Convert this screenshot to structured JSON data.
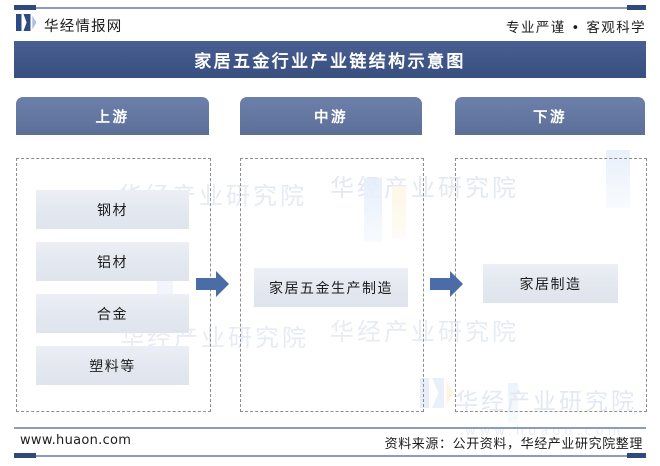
{
  "header": {
    "logo_icon": "huaon-bookmark-logo-icon",
    "brand": "华经情报网",
    "tagline": "专业严谨 • 客观科学"
  },
  "title": {
    "text": "家居五金行业产业链结构示意图"
  },
  "chain": {
    "stages": [
      {
        "id": "upstream",
        "banner": "上游",
        "items": [
          "钢材",
          "铝材",
          "合金",
          "塑料等"
        ]
      },
      {
        "id": "midstream",
        "banner": "中游",
        "items": [
          "家居五金生产制造"
        ]
      },
      {
        "id": "downstream",
        "banner": "下游",
        "items": [
          "家居制造"
        ]
      }
    ],
    "connectors": [
      {
        "id": "arrow-upstream-to-midstream",
        "icon": "right-arrow-icon"
      },
      {
        "id": "arrow-midstream-to-downstream",
        "icon": "right-arrow-icon"
      }
    ]
  },
  "watermark": {
    "institute": "华经产业研究院",
    "site": "www.huaon.com"
  },
  "footer": {
    "site": "www.huaon.com",
    "source": "资料来源：公开资料，华经产业研究院整理"
  },
  "colors": {
    "title_band": "#3f5587",
    "banner": "#62769f",
    "arrow": "#4a6da8",
    "chip": "#e4e8f0",
    "rule": "#8a9dbd",
    "rule_cap": "#2e4a7d",
    "dashed_border": "#8d8d8d"
  }
}
